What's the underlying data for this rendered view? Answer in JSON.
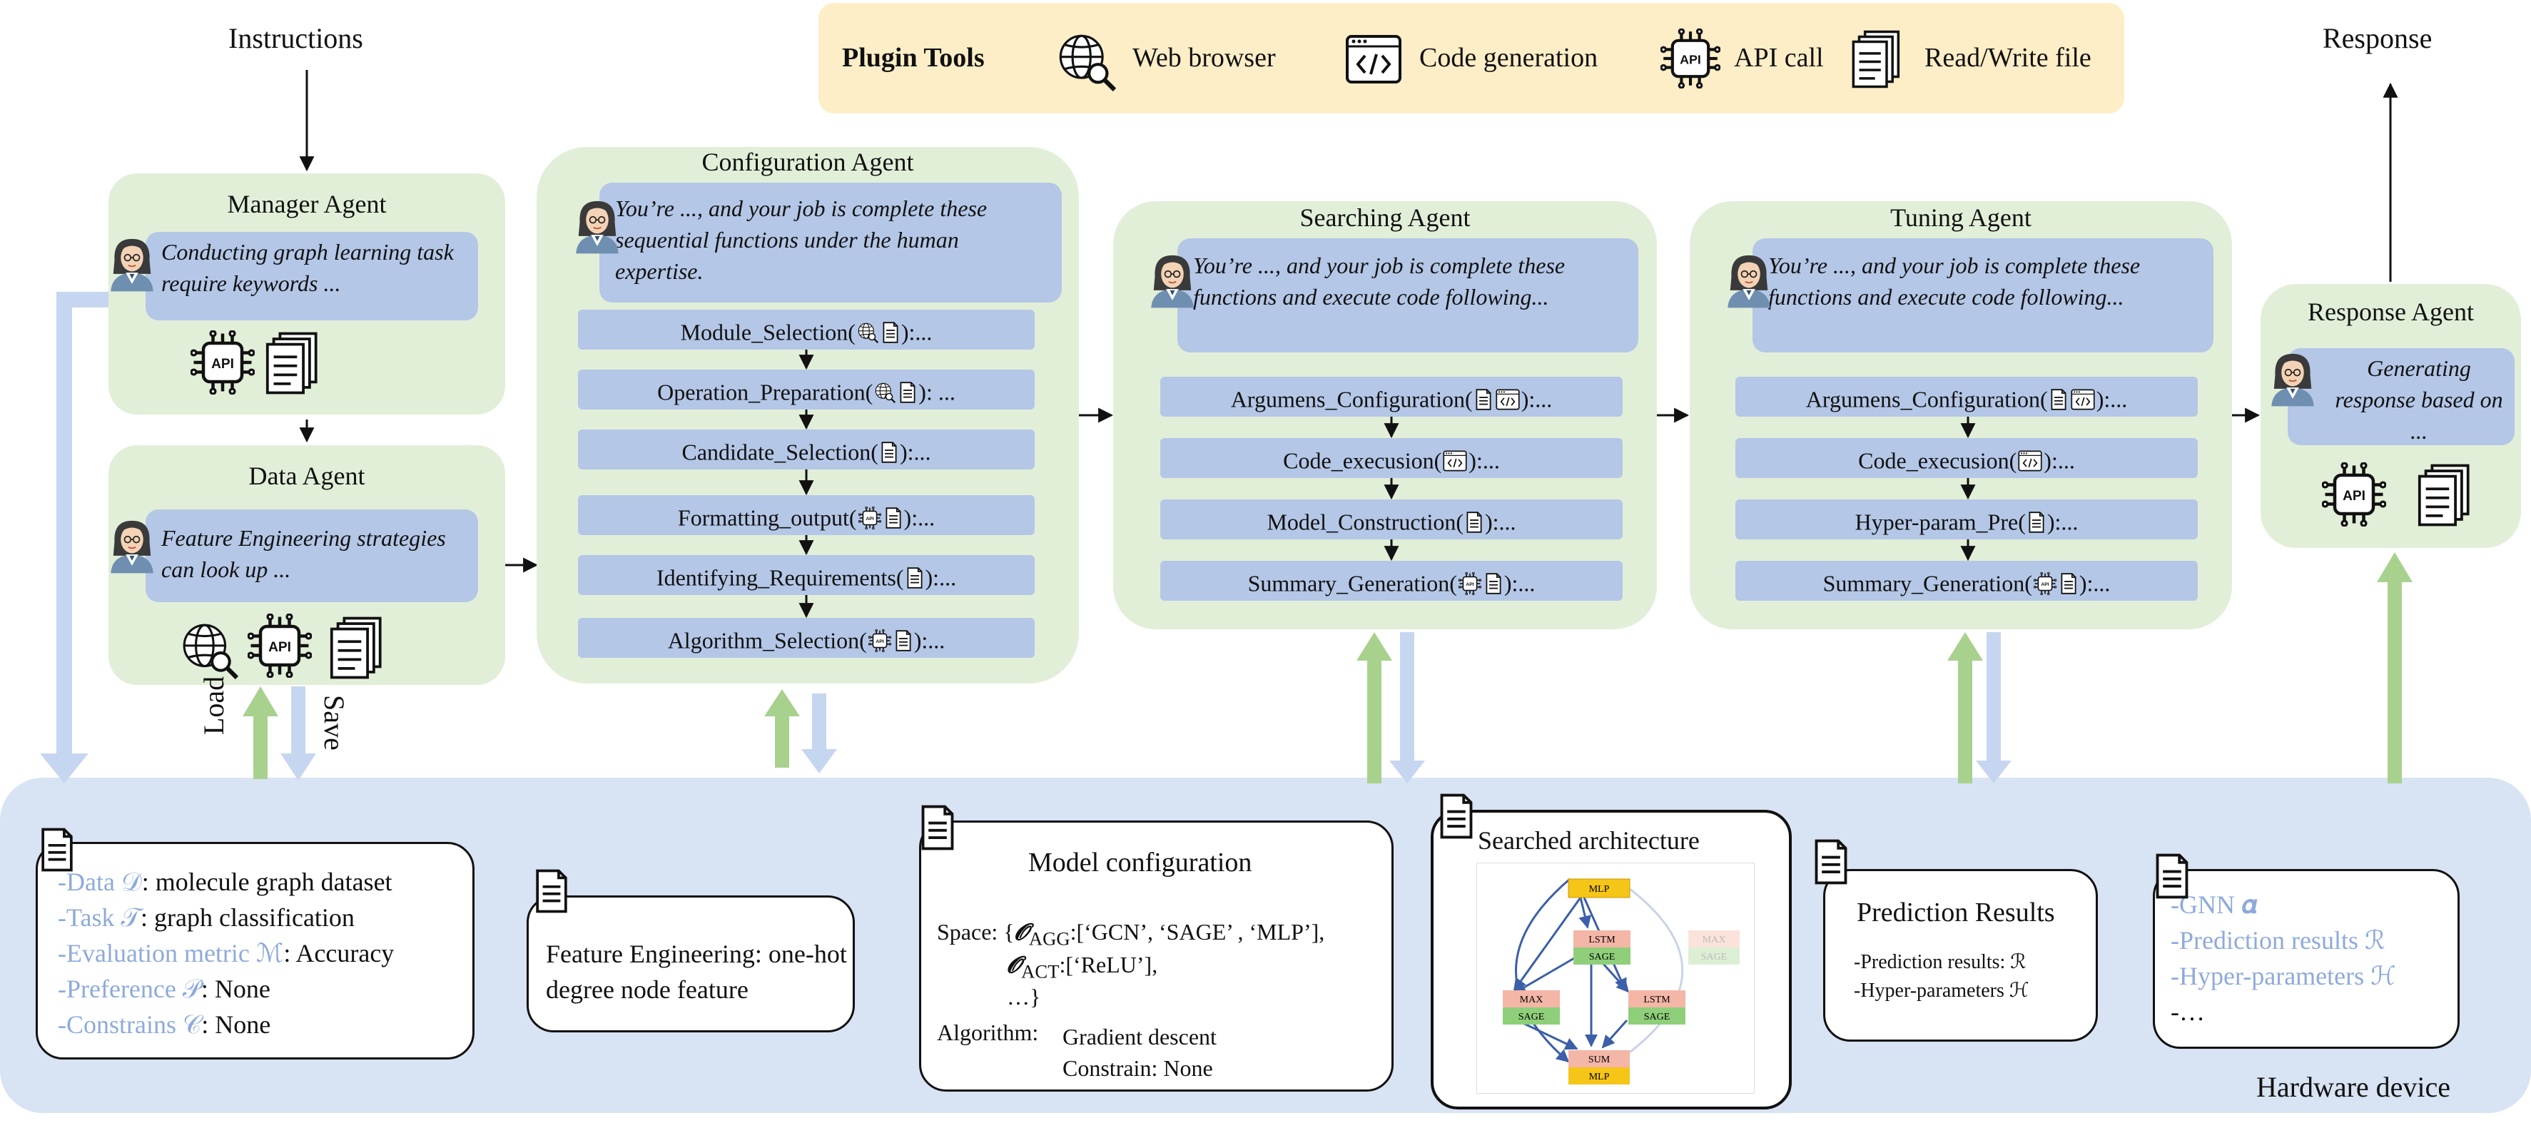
{
  "top": {
    "instructions": "Instructions",
    "response": "Response"
  },
  "plugin_tools": {
    "title": "Plugin Tools",
    "items": [
      {
        "label": "Web browser",
        "icon": "web-browser-icon"
      },
      {
        "label": "Code generation",
        "icon": "code-icon"
      },
      {
        "label": "API call",
        "icon": "api-icon"
      },
      {
        "label": "Read/Write file",
        "icon": "file-icon"
      }
    ]
  },
  "manager": {
    "title": "Manager Agent",
    "prompt": "Conducting graph learning task require keywords ..."
  },
  "data_agent": {
    "title": "Data Agent",
    "prompt": "Feature Engineering strategies can look up ...",
    "load": "Load",
    "save": "Save"
  },
  "config": {
    "title": "Configuration Agent",
    "prompt": "You’re ..., and your job is complete these sequential functions under the human expertise.",
    "functions": [
      {
        "name": "Module_Selection(",
        "tail": "):..."
      },
      {
        "name": "Operation_Preparation(",
        "tail": "): ..."
      },
      {
        "name": "Candidate_Selection(",
        "tail": "):..."
      },
      {
        "name": "Formatting_output(",
        "tail": "):..."
      },
      {
        "name": "Identifying_Requirements(",
        "tail": "):..."
      },
      {
        "name": "Algorithm_Selection(",
        "tail": "):..."
      }
    ]
  },
  "searching": {
    "title": "Searching Agent",
    "prompt": "You’re ..., and your job is complete these functions and execute code following...",
    "functions": [
      {
        "name": "Argumens_Configuration(",
        "tail": "):..."
      },
      {
        "name": "Code_execusion(",
        "tail": "):..."
      },
      {
        "name": "Model_Construction(",
        "tail": "):..."
      },
      {
        "name": "Summary_Generation(",
        "tail": "):..."
      }
    ]
  },
  "tuning": {
    "title": "Tuning Agent",
    "prompt": "You’re ..., and your job is complete these functions and execute code following...",
    "functions": [
      {
        "name": "Argumens_Configuration(",
        "tail": "):..."
      },
      {
        "name": "Code_execusion(",
        "tail": "):..."
      },
      {
        "name": "Hyper-param_Pre(",
        "tail": "):..."
      },
      {
        "name": "Summary_Generation(",
        "tail": "):..."
      }
    ]
  },
  "response_agent": {
    "title": "Response Agent",
    "prompt": "Generating response based on ..."
  },
  "hardware": {
    "label": "Hardware device",
    "task_card": {
      "rows": [
        {
          "key": "-Data 𝒟",
          "value": ": molecule graph dataset"
        },
        {
          "key": "-Task 𝒯",
          "value": ": graph classification"
        },
        {
          "key": "-Evaluation metric ℳ",
          "value": ": Accuracy"
        },
        {
          "key": "-Preference 𝒫",
          "value": ": None"
        },
        {
          "key": "-Constrains 𝒞",
          "value": ": None"
        }
      ]
    },
    "feature_card": {
      "text": "Feature Engineering: one-hot degree node feature"
    },
    "model_card": {
      "title": "Model  configuration",
      "space_prefix": "Space: {",
      "agg_sym": "𝓞",
      "agg_sub": "AGG",
      "agg_vals": ":[‘GCN’, ‘SAGE’ , ‘MLP’],",
      "act_sym": "𝓞",
      "act_sub": "ACT",
      "act_vals": ":[‘ReLU’],",
      "space_end": "…}",
      "algorithm_label": "Algorithm:",
      "algorithm_value": "Gradient descent",
      "constrain": "Constrain: None"
    },
    "arch_card": {
      "title": "Searched architecture",
      "nodes": {
        "mlp_top": "MLP",
        "lstm1": "LSTM",
        "sage1": "SAGE",
        "max1": "MAX",
        "sage2": "SAGE",
        "lstm2": "LSTM",
        "sage3": "SAGE",
        "sum": "SUM",
        "mlp_bot": "MLP",
        "max_faded": "MAX",
        "sage_faded": "SAGE"
      }
    },
    "prediction_card": {
      "title": "Prediction Results",
      "rows": [
        "-Prediction results: ℛ",
        "-Hyper-parameters ℋ"
      ]
    },
    "output_card": {
      "rows": [
        "-GNN 𝜶",
        "-Prediction results ℛ",
        "-Hyper-parameters ℋ",
        "-…"
      ]
    }
  },
  "colors": {
    "panel_green": "#e2efd8",
    "bubble_blue": "#b4c7e7",
    "hardware_blue": "#d8e3f3",
    "toolbar_yellow": "#fdeec7",
    "arrow_green": "#a9d18e",
    "arrow_blue": "#c6d6f0",
    "faded_blue_text": "#8eaadb"
  }
}
